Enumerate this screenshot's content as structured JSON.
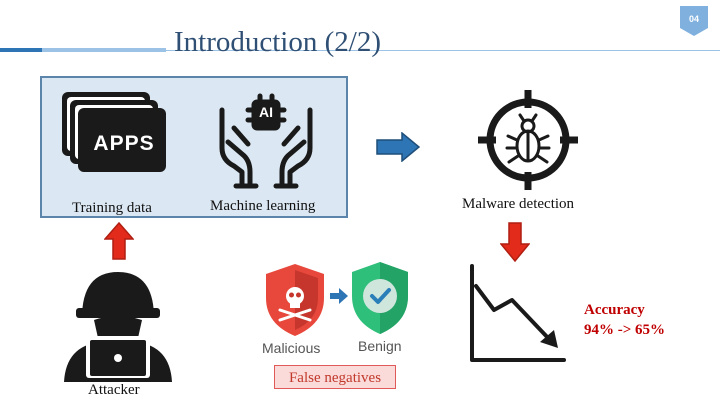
{
  "slide": {
    "title": "Introduction (2/2)",
    "page_number": "04"
  },
  "training_box": {
    "apps_label": "APPS",
    "ai_label": "AI",
    "training_data_label": "Training data",
    "machine_learning_label": "Machine learning"
  },
  "detection": {
    "label": "Malware detection"
  },
  "attacker": {
    "label": "Attacker"
  },
  "classification": {
    "malicious_label": "Malicious",
    "benign_label": "Benign",
    "false_negatives_label": "False negatives"
  },
  "accuracy": {
    "line1": "Accuracy",
    "line2": "94% -> 65%"
  },
  "colors": {
    "accent_blue": "#2e75b6",
    "arrow_red": "#e32b1c",
    "title_blue": "#2f4f74",
    "box_fill": "#dbe8f3",
    "box_border": "#5b85ab",
    "malicious_red": "#e8483c",
    "benign_green": "#2ebf7a"
  }
}
